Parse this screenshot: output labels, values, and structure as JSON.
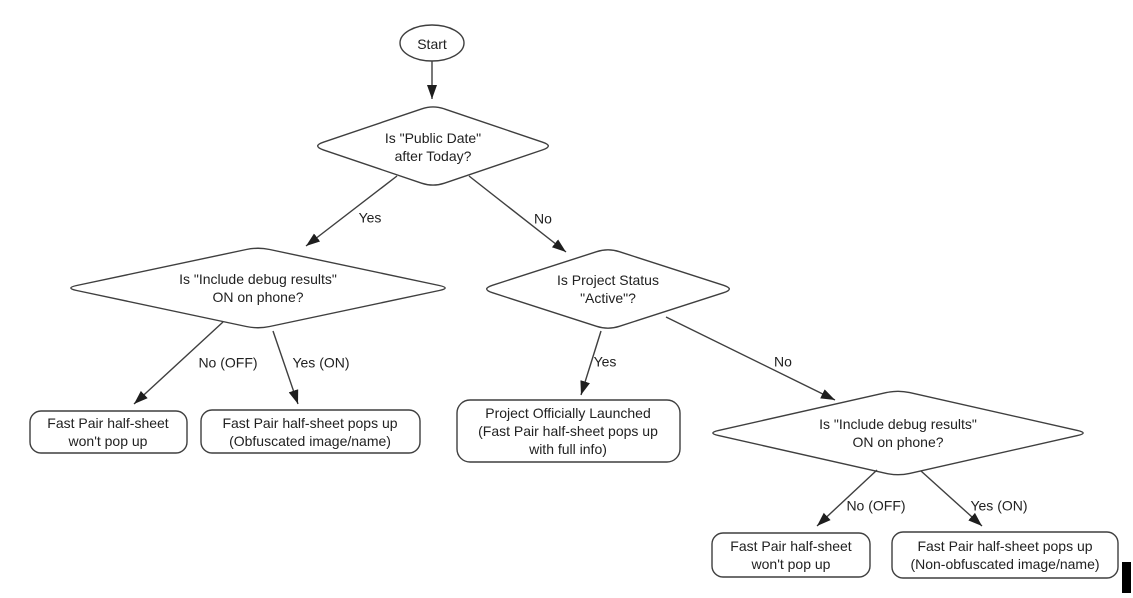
{
  "flowchart": {
    "start": {
      "label": "Start"
    },
    "decisions": {
      "public_date": {
        "lines": [
          "Is \"Public Date\"",
          "after Today?"
        ]
      },
      "debug_left": {
        "lines": [
          "Is \"Include debug results\"",
          "ON on phone?"
        ]
      },
      "project_status": {
        "lines": [
          "Is Project Status",
          "\"Active\"?"
        ]
      },
      "debug_right": {
        "lines": [
          "Is \"Include debug results\"",
          "ON on phone?"
        ]
      }
    },
    "outcomes": {
      "no_popup_left": {
        "lines": [
          "Fast Pair half-sheet",
          "won't pop up"
        ]
      },
      "obfuscated": {
        "lines": [
          "Fast Pair half-sheet pops up",
          "(Obfuscated image/name)"
        ]
      },
      "launched": {
        "lines": [
          "Project Officially Launched",
          "(Fast Pair half-sheet pops up",
          "with full info)"
        ]
      },
      "no_popup_right": {
        "lines": [
          "Fast Pair half-sheet",
          "won't pop up"
        ]
      },
      "non_obfuscated": {
        "lines": [
          "Fast Pair half-sheet pops up",
          "(Non-obfuscated image/name)"
        ]
      }
    },
    "edge_labels": {
      "yes1": "Yes",
      "no1": "No",
      "no_off1": "No (OFF)",
      "yes_on1": "Yes (ON)",
      "yes2": "Yes",
      "no2": "No",
      "no_off2": "No (OFF)",
      "yes_on2": "Yes (ON)"
    },
    "colors": {
      "stroke": "#3f3f3f",
      "arrowhead": "#1e1e1e",
      "text": "#212121",
      "background": "#ffffff"
    }
  }
}
